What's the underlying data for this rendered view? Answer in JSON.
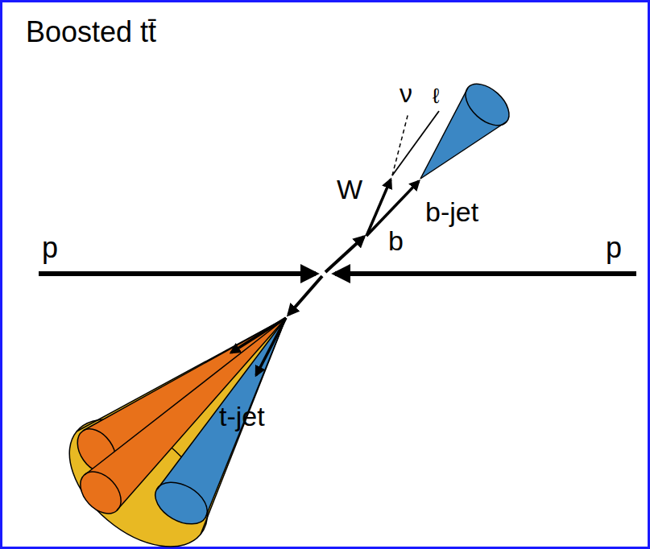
{
  "diagram": {
    "title": "Boosted tt̄",
    "labels": [
      "p",
      "p",
      "ν",
      "ℓ",
      "W",
      "b",
      "b-jet",
      "t-jet"
    ]
  }
}
